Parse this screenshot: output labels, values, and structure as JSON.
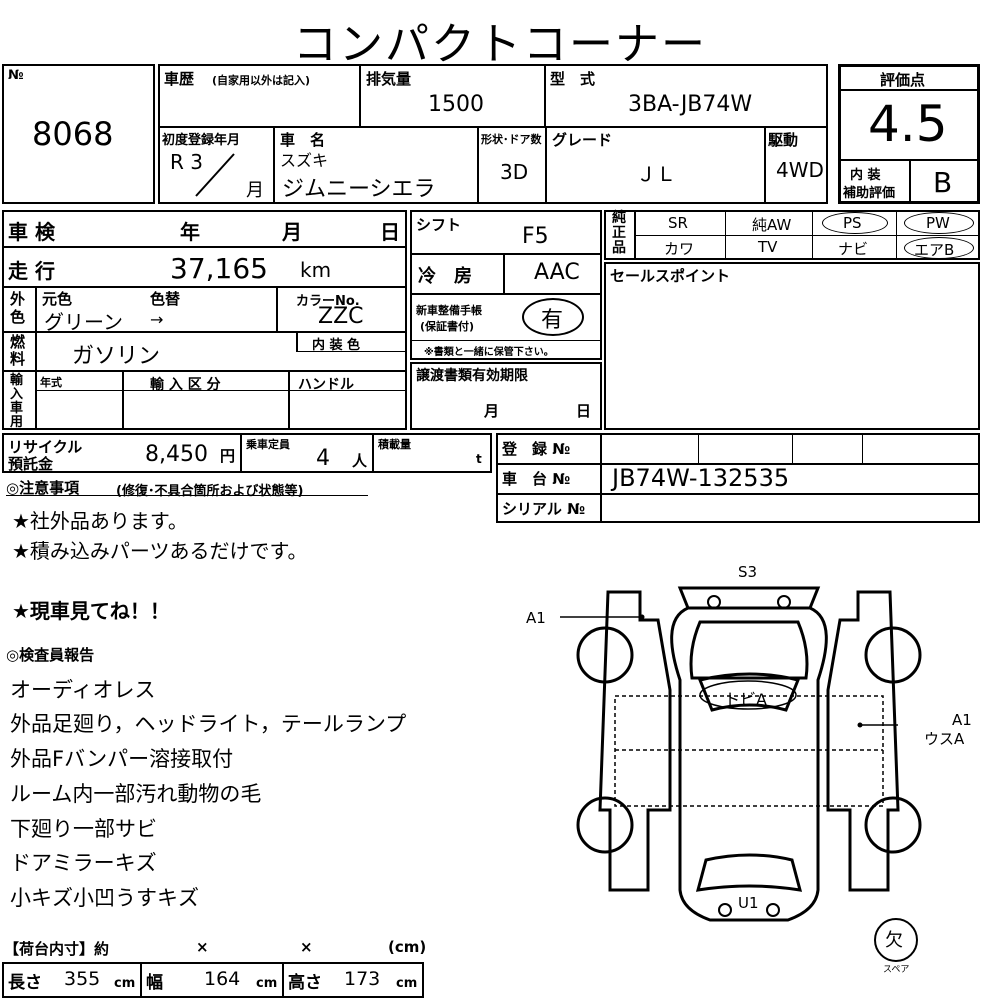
{
  "title": "コンパクトコーナー",
  "lot": {
    "no_label": "№",
    "number": "8068"
  },
  "history": {
    "label": "車歴",
    "note": "(自家用以外は記入)"
  },
  "displacement": {
    "label": "排気量",
    "value": "1500"
  },
  "model": {
    "label": "型　式",
    "value": "3BA-JB74W"
  },
  "rating": {
    "label": "評価点",
    "value": "4.5",
    "interior_label_1": "内 装",
    "interior_label_2": "補助評価",
    "interior_value": "B"
  },
  "first_reg": {
    "label": "初度登録年月",
    "era": "R 3",
    "month_unit": "月"
  },
  "car_name": {
    "label": "車　名",
    "maker": "スズキ",
    "name": "ジムニーシエラ"
  },
  "body": {
    "label": "形状･ドア数",
    "value": "3D"
  },
  "grade": {
    "label": "グレード",
    "value": "ＪＬ"
  },
  "drive": {
    "label": "駆動",
    "value": "4WD"
  },
  "inspection": {
    "label": "車 検",
    "year": "年",
    "month": "月",
    "day": "日"
  },
  "mileage": {
    "label": "走 行",
    "value": "37,165",
    "unit": "km"
  },
  "shift": {
    "label": "シフト",
    "value": "F5"
  },
  "aircon": {
    "label": "冷　房",
    "value": "AAC"
  },
  "maintenance": {
    "label_1": "新車整備手帳",
    "label_2": "(保証書付)",
    "value": "有",
    "note": "※書類と一緒に保管下さい。"
  },
  "color": {
    "side_label": "外色",
    "orig_label": "元色",
    "change_label": "色替",
    "value": "グリーン",
    "arrow": "→",
    "code_label": "カラーNo.",
    "code": "ZZC"
  },
  "fuel": {
    "side_label": "燃料",
    "value": "ガソリン",
    "interior_color_label": "内 装 色"
  },
  "import": {
    "side_label": "輸入車用",
    "year_label": "年式",
    "class_label": "輸 入 区 分",
    "handle_label": "ハンドル"
  },
  "transfer": {
    "label": "譲渡書類有効期限",
    "month": "月",
    "day": "日"
  },
  "recycle": {
    "label_1": "リサイクル",
    "label_2": "預託金",
    "value": "8,450",
    "unit": "円"
  },
  "capacity": {
    "label": "乗車定員",
    "value": "4",
    "unit": "人"
  },
  "load": {
    "label": "積載量",
    "unit": "t"
  },
  "equipment": {
    "side_label": "純正品",
    "row1": [
      "SR",
      "純AW",
      "PS",
      "PW"
    ],
    "row2": [
      "カワ",
      "TV",
      "ナビ",
      "エアB"
    ]
  },
  "sales_point": {
    "label": "セールスポイント"
  },
  "registration": {
    "label": "登　録 №"
  },
  "chassis": {
    "label": "車　台 №",
    "value": "JB74W-132535"
  },
  "serial": {
    "label": "シリアル №"
  },
  "caution": {
    "header": "◎注意事項",
    "sub": "(修復･不具合箇所および状態等)",
    "lines": [
      "★社外品あります。",
      "★積み込みパーツあるだけです。",
      "★現車見てね！！"
    ]
  },
  "inspector": {
    "header": "◎検査員報告",
    "lines": [
      "オーディオレス",
      "外品足廻り，ヘッドライト，テールランプ",
      "外品Fバンパー溶接取付",
      "ルーム内一部汚れ動物の毛",
      "下廻り一部サビ",
      "ドアミラーキズ",
      "小キズ小凹うすキズ"
    ]
  },
  "diagram": {
    "marks": {
      "front": "S3",
      "left": "A1",
      "roof": "トビA",
      "right_1": "A1",
      "right_2": "ウスA",
      "rear": "U1"
    },
    "spare_symbol": "欠",
    "spare_label": "スペア"
  },
  "cargo": {
    "header": "【荷台内寸】約",
    "x1": "×",
    "x2": "×",
    "unit": "(cm)",
    "length_label": "長さ",
    "length": "355",
    "width_label": "幅",
    "width": "164",
    "height_label": "高さ",
    "height": "173",
    "cm": "cm"
  }
}
